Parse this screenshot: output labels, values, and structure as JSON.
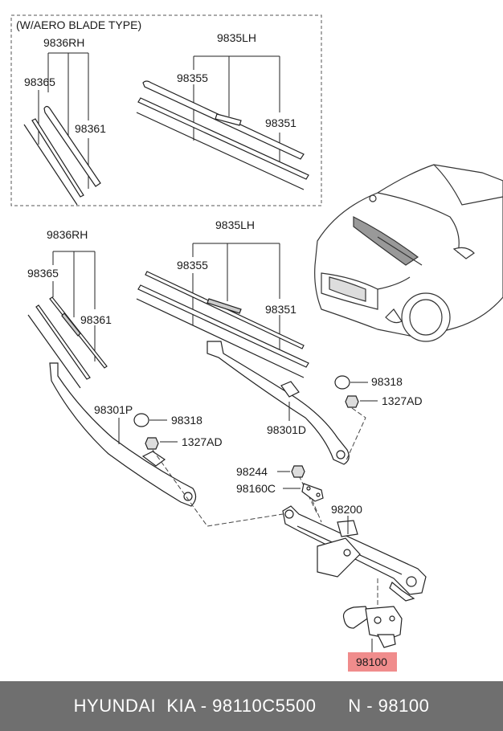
{
  "diagram": {
    "inset_title": "(W/AERO BLADE TYPE)",
    "inset": {
      "rh_assy": "9836RH",
      "rh_blade": "98365",
      "rh_refill": "98361",
      "lh_assy": "9835LH",
      "lh_blade": "98355",
      "lh_refill": "98351"
    },
    "main": {
      "rh_assy": "9836RH",
      "rh_blade": "98365",
      "rh_refill": "98361",
      "lh_assy": "9835LH",
      "lh_blade": "98355",
      "lh_refill": "98351",
      "arm_p": "98301P",
      "arm_d": "98301D",
      "cap_left": "98318",
      "cap_right": "98318",
      "nut_left": "1327AD",
      "nut_right": "1327AD",
      "nut_link": "98244",
      "bracket": "98160C",
      "linkage": "98200",
      "motor": "98100"
    },
    "highlight_color": "#f08c8c"
  },
  "footer": {
    "text": "HYUNDAI  KIA - 98110C5500      N - 98100",
    "background": "#6f6f6f"
  }
}
